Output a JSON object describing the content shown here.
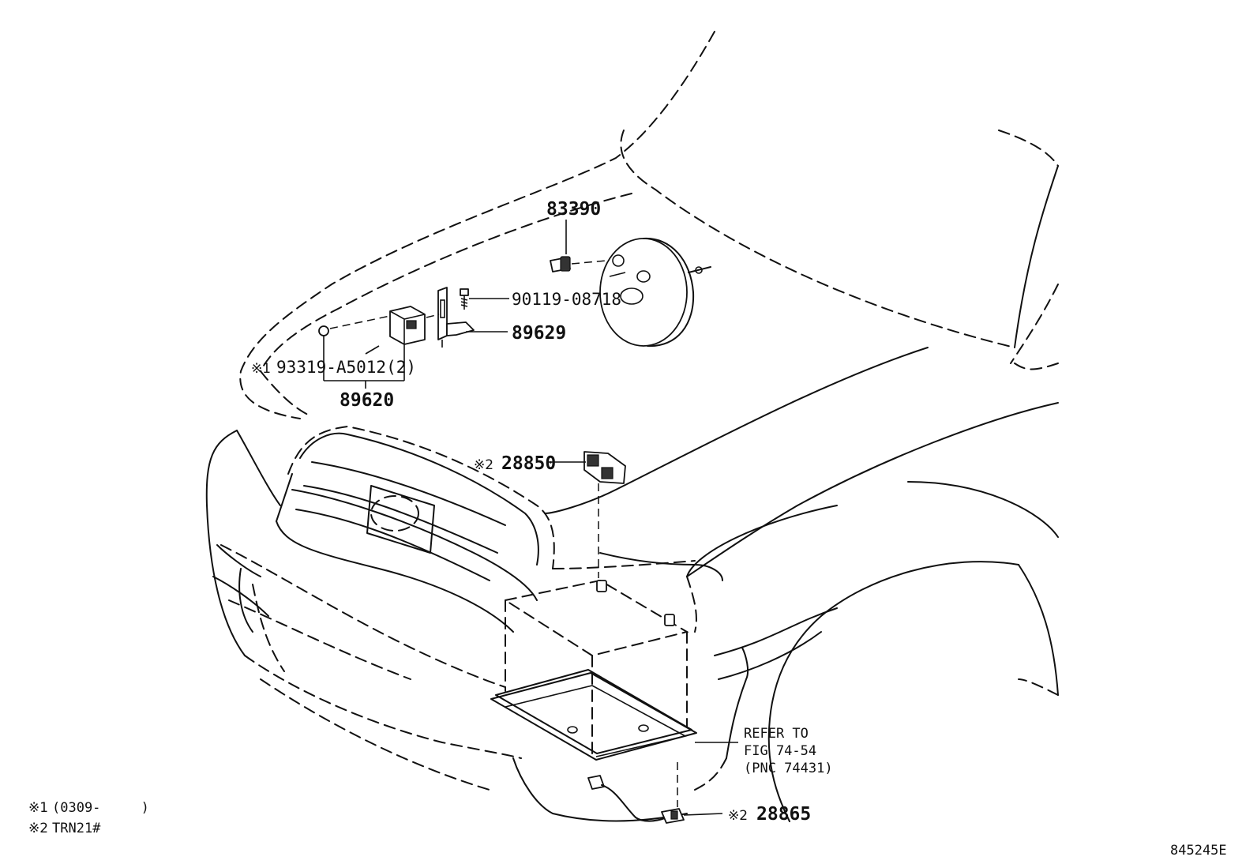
{
  "diagram": {
    "figure_id": "845245E",
    "parts": [
      {
        "id": "83390",
        "label": "83390"
      },
      {
        "id": "90119-08718",
        "label": "90119-08718"
      },
      {
        "id": "89629",
        "label": "89629"
      },
      {
        "id": "93319",
        "mark": "※1",
        "label": "93319-A5012(2)"
      },
      {
        "id": "89620",
        "label": "89620"
      },
      {
        "id": "28850",
        "mark": "※2",
        "label": "28850"
      },
      {
        "id": "28865",
        "mark": "※2",
        "label": "28865"
      }
    ],
    "refer_note": {
      "line1": "REFER TO",
      "line2": "FIG 74-54",
      "line3": "(PNC 74431)"
    },
    "footnotes": [
      {
        "mark": "※1",
        "text": "(0309-     )"
      },
      {
        "mark": "※2",
        "text": "TRN21#"
      }
    ]
  }
}
